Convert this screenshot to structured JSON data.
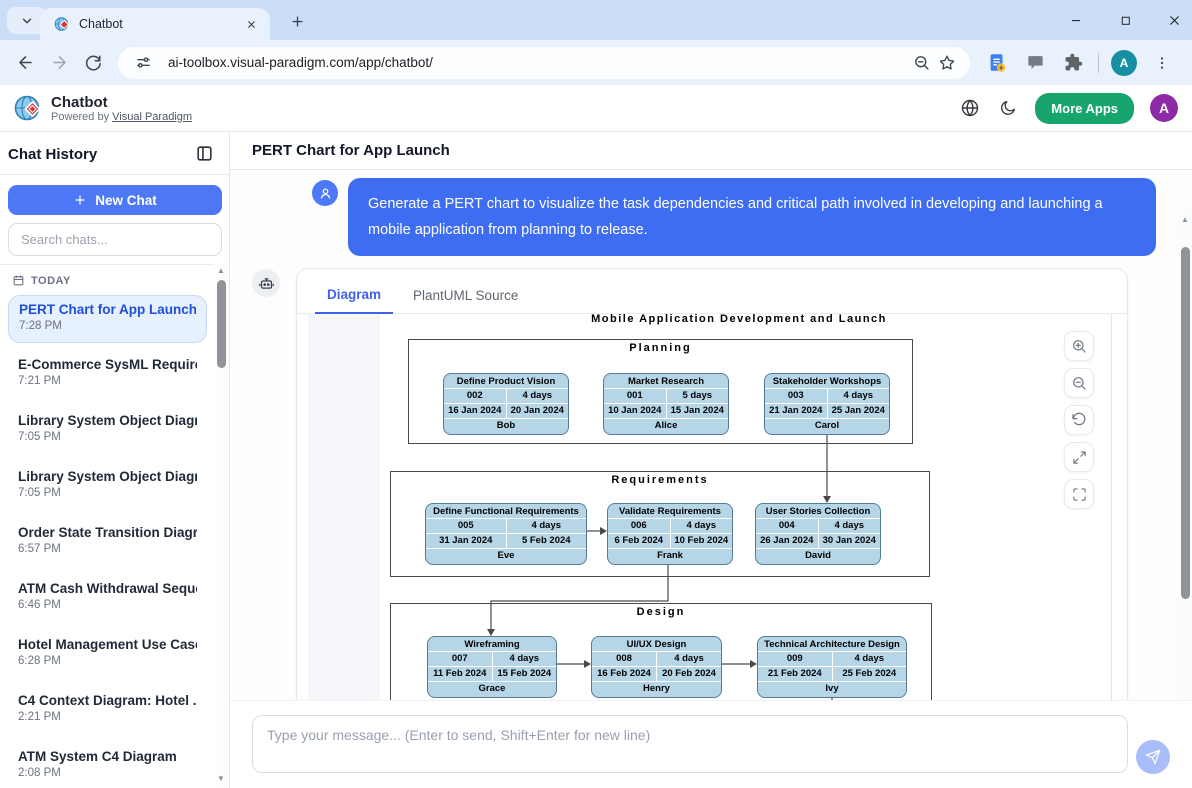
{
  "browser": {
    "tab_title": "Chatbot",
    "url": "ai-toolbox.visual-paradigm.com/app/chatbot/",
    "profile_letter": "A"
  },
  "header": {
    "app_name": "Chatbot",
    "powered_by_prefix": "Powered by",
    "powered_by_link": "Visual Paradigm",
    "more_apps_label": "More Apps",
    "avatar_letter": "A"
  },
  "sidebar": {
    "title": "Chat History",
    "new_chat_label": "New Chat",
    "search_placeholder": "Search chats...",
    "section_label": "TODAY",
    "items": [
      {
        "title": "PERT Chart for App Launch",
        "time": "7:28 PM",
        "selected": true
      },
      {
        "title": "E-Commerce SysML Require...",
        "time": "7:21 PM",
        "selected": false
      },
      {
        "title": "Library System Object Diagr...",
        "time": "7:05 PM",
        "selected": false
      },
      {
        "title": "Library System Object Diagr...",
        "time": "7:05 PM",
        "selected": false
      },
      {
        "title": "Order State Transition Diagra...",
        "time": "6:57 PM",
        "selected": false
      },
      {
        "title": "ATM Cash Withdrawal Seque...",
        "time": "6:46 PM",
        "selected": false
      },
      {
        "title": "Hotel Management Use Case",
        "time": "6:28 PM",
        "selected": false
      },
      {
        "title": "C4 Context Diagram: Hotel ...",
        "time": "2:21 PM",
        "selected": false
      },
      {
        "title": "ATM System C4 Diagram",
        "time": "2:08 PM",
        "selected": false
      }
    ]
  },
  "main": {
    "title": "PERT Chart for App Launch",
    "user_message": "Generate a PERT chart to visualize the task dependencies and critical path involved in developing and launching a mobile application from planning to release.",
    "tab_diagram": "Diagram",
    "tab_source": "PlantUML Source",
    "input_placeholder": "Type your message... (Enter to send, Shift+Enter for new line)"
  },
  "diagram": {
    "title": "Mobile Application Development and Launch",
    "sections": [
      {
        "name": "Planning",
        "tasks": [
          {
            "name": "Define Product Vision",
            "id": "002",
            "duration": "4 days",
            "start": "16 Jan 2024",
            "end": "20 Jan 2024",
            "owner": "Bob"
          },
          {
            "name": "Market Research",
            "id": "001",
            "duration": "5 days",
            "start": "10 Jan 2024",
            "end": "15 Jan 2024",
            "owner": "Alice"
          },
          {
            "name": "Stakeholder Workshops",
            "id": "003",
            "duration": "4 days",
            "start": "21 Jan 2024",
            "end": "25 Jan 2024",
            "owner": "Carol"
          }
        ]
      },
      {
        "name": "Requirements",
        "tasks": [
          {
            "name": "Define Functional Requirements",
            "id": "005",
            "duration": "4 days",
            "start": "31 Jan 2024",
            "end": "5 Feb 2024",
            "owner": "Eve"
          },
          {
            "name": "Validate Requirements",
            "id": "006",
            "duration": "4 days",
            "start": "6 Feb 2024",
            "end": "10 Feb 2024",
            "owner": "Frank"
          },
          {
            "name": "User Stories Collection",
            "id": "004",
            "duration": "4 days",
            "start": "26 Jan 2024",
            "end": "30 Jan 2024",
            "owner": "David"
          }
        ]
      },
      {
        "name": "Design",
        "tasks": [
          {
            "name": "Wireframing",
            "id": "007",
            "duration": "4 days",
            "start": "11 Feb 2024",
            "end": "15 Feb 2024",
            "owner": "Grace"
          },
          {
            "name": "UI/UX Design",
            "id": "008",
            "duration": "4 days",
            "start": "16 Feb 2024",
            "end": "20 Feb 2024",
            "owner": "Henry"
          },
          {
            "name": "Technical Architecture Design",
            "id": "009",
            "duration": "4 days",
            "start": "21 Feb 2024",
            "end": "25 Feb 2024",
            "owner": "Ivy"
          }
        ]
      }
    ],
    "dependencies": [
      "Stakeholder Workshops -> User Stories Collection",
      "Define Functional Requirements -> Validate Requirements",
      "Validate Requirements -> Wireframing",
      "Wireframing -> UI/UX Design",
      "UI/UX Design -> Technical Architecture Design"
    ]
  },
  "icons": {
    "tab_favicon": "visual-paradigm-logo",
    "toolbar": [
      "back-arrow",
      "forward-arrow",
      "reload",
      "tune",
      "zoom-out",
      "star",
      "drive-doc",
      "side-panel",
      "extensions",
      "kebab-menu"
    ],
    "header": [
      "globe",
      "moon"
    ],
    "diagram_controls": [
      "zoom-in",
      "zoom-out",
      "reset",
      "expand",
      "fullscreen"
    ],
    "send": "paper-plane"
  },
  "colors": {
    "chrome_frame": "#cbdef8",
    "chrome_toolbar": "#e9f1fc",
    "accent_blue": "#3e6df2",
    "new_chat_blue": "#4d79f6",
    "tab_active_blue": "#4161e8",
    "more_apps_green": "#18a56d",
    "browser_avatar_teal": "#178fa2",
    "app_avatar_purple": "#8d2aa5",
    "task_fill": "#b6d6e8",
    "task_border": "#527d95"
  }
}
